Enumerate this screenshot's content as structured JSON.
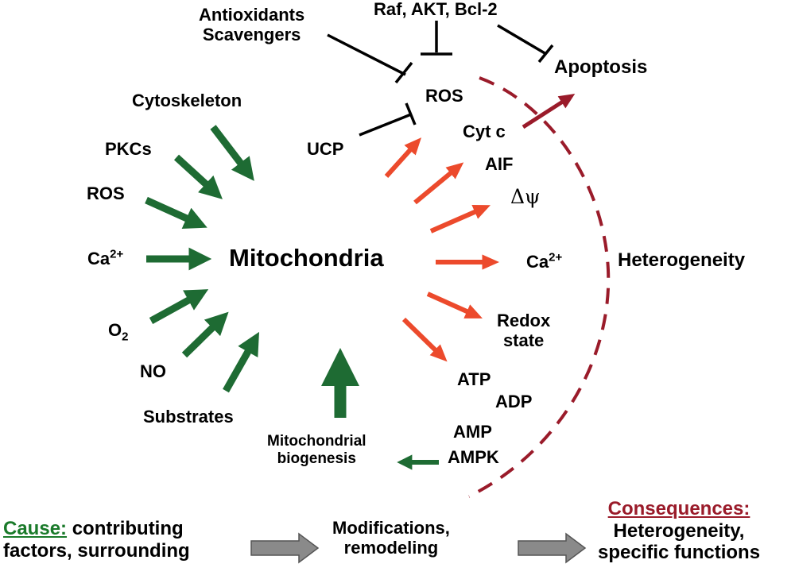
{
  "diagram": {
    "center": "Mitochondria",
    "inhibitors": {
      "antioxidants_line1": "Antioxidants",
      "antioxidants_line2": "Scavengers",
      "survival": "Raf, AKT, Bcl-2",
      "ucp": "UCP"
    },
    "inputs": {
      "cytoskeleton": "Cytoskeleton",
      "pkcs": "PKCs",
      "ros": "ROS",
      "ca_base": "Ca",
      "ca_sup": "2+",
      "o2_base": "O",
      "o2_sub": "2",
      "no": "NO",
      "substrates": "Substrates"
    },
    "outputs": {
      "ros": "ROS",
      "cytc": "Cyt c",
      "aif": "AIF",
      "delta_psi": "Δψ",
      "ca_base": "Ca",
      "ca_sup": "2+",
      "redox_line1": "Redox",
      "redox_line2": "state",
      "atp": "ATP",
      "adp": "ADP",
      "amp": "AMP",
      "ampk": "AMPK"
    },
    "apoptosis": "Apoptosis",
    "heterogeneity": "Heterogeneity",
    "biogenesis_line1": "Mitochondrial",
    "biogenesis_line2": "biogenesis",
    "colors": {
      "green_arrow": "#1e6b33",
      "red_arrow": "#ec4a2c",
      "dark_red": "#9a1b2a",
      "gray_arrow": "#8a8a8a"
    }
  },
  "footer": {
    "cause_label": "Cause:",
    "cause_text1": "contributing",
    "cause_text2": "factors, surrounding",
    "middle_line1": "Modifications,",
    "middle_line2": "remodeling",
    "consequences_label": "Consequences:",
    "consequences_line1": "Heterogeneity,",
    "consequences_line2": "specific functions"
  }
}
